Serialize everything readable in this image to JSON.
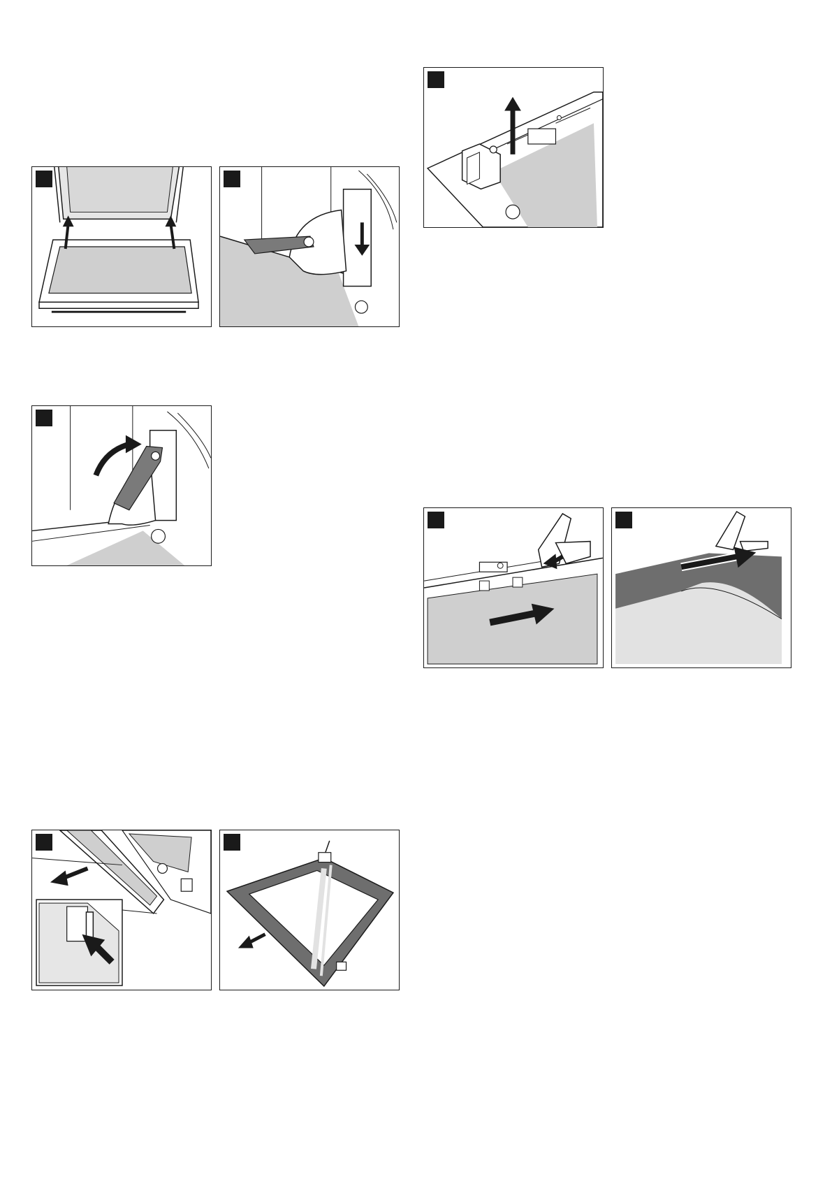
{
  "page": {
    "background_color": "#ffffff"
  },
  "colors": {
    "outline": "#1a1a1a",
    "light_fill": "#cfcfcf",
    "glass_fill": "#e2e2e2",
    "dark_fill": "#6e6e6e",
    "lever_fill": "#7a7a7a"
  },
  "figures": [
    {
      "id": "fig-door-lift-hinges",
      "icon": "oven-door-hinges-arrows-up"
    },
    {
      "id": "fig-hinge-lever-down",
      "icon": "hinge-lever-arrow-down"
    },
    {
      "id": "fig-hinge-lever-up",
      "icon": "hinge-lever-curved-arrow"
    },
    {
      "id": "fig-door-trim-remove",
      "icon": "door-trim-arrow-out"
    },
    {
      "id": "fig-glass-pane-remove",
      "icon": "glass-pane-arrow-out"
    },
    {
      "id": "fig-bracket-lift",
      "icon": "bracket-arrow-up"
    },
    {
      "id": "fig-pane-slide-in",
      "icon": "pane-slide-arrow-right"
    },
    {
      "id": "fig-pane-push-in",
      "icon": "pane-push-arrow-right"
    }
  ]
}
